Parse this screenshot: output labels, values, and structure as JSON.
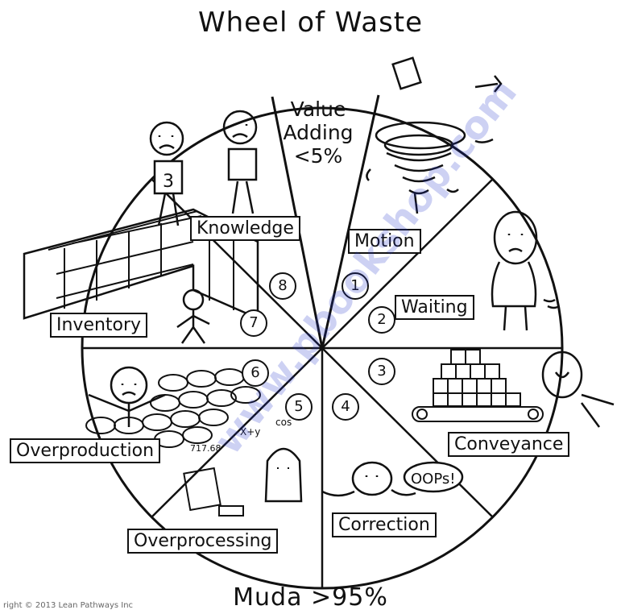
{
  "title": "Wheel of Waste",
  "value_adding": {
    "line1": "Value",
    "line2": "Adding",
    "line3": "<5%"
  },
  "footer": "Muda >95%",
  "credit": "right © 2013 Lean Pathways Inc",
  "watermark": "www.pbookshop.com",
  "segments": [
    {
      "label": "Motion",
      "number": "1"
    },
    {
      "label": "Waiting",
      "number": "2"
    },
    {
      "label": "Conveyance",
      "number": "3"
    },
    {
      "label": "Correction",
      "number": "4"
    },
    {
      "label": "Overprocessing",
      "number": "5"
    },
    {
      "label": "Overproduction",
      "number": "6"
    },
    {
      "label": "Inventory",
      "number": "7"
    },
    {
      "label": "Knowledge",
      "number": "8"
    }
  ],
  "embedded_text": {
    "oops_bubble": "OOPs!"
  }
}
